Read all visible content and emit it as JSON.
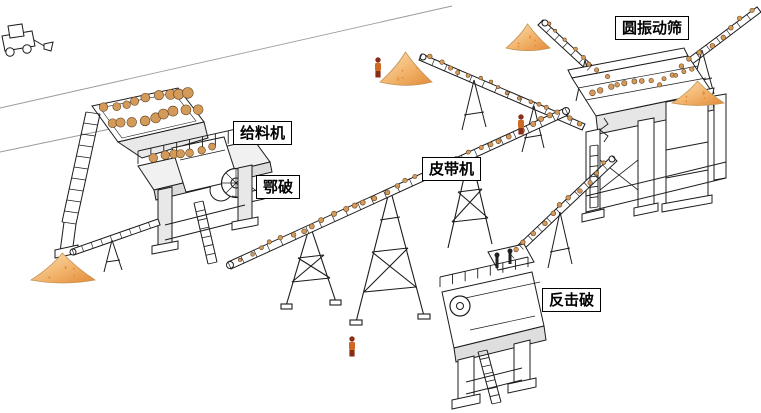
{
  "diagram": {
    "labels": {
      "feeder": "给料机",
      "jaw_crusher": "鄂破",
      "belt_conveyor": "皮带机",
      "vibrating_screen": "圆振动筛",
      "impact_crusher": "反击破"
    },
    "colors": {
      "background": "#ffffff",
      "line_art": "#1c1c1c",
      "sand_light": "#f9e2b8",
      "sand_mid": "#f2b36b",
      "sand_dark": "#e28a38",
      "rock_fill": "#d49a5a",
      "rock_outline": "#5a3a1a",
      "figure_body": "#d06a22",
      "figure_dark": "#8a2f16"
    }
  }
}
